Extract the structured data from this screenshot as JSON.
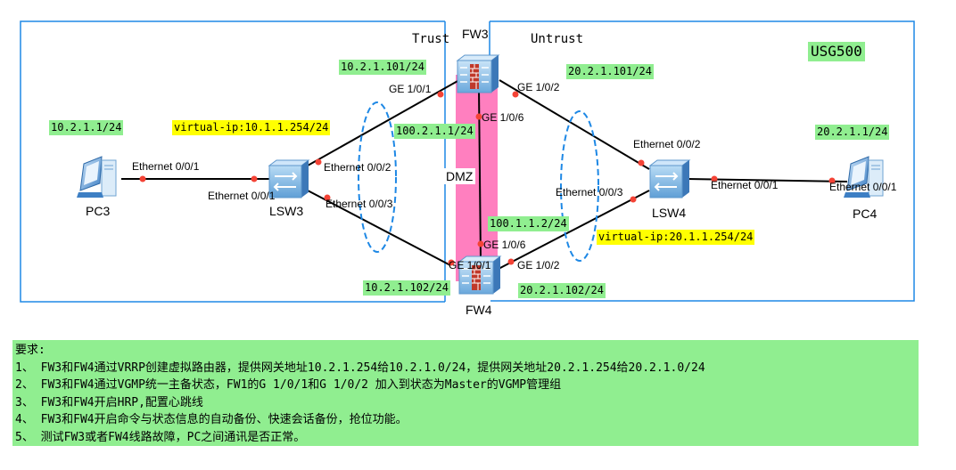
{
  "zones": {
    "trust": "Trust",
    "untrust": "Untrust",
    "dmz": "DMZ"
  },
  "colors": {
    "zone_border": "#1e88e5",
    "dmz_band": "#ff7fbf",
    "link": "#000000",
    "port_dot": "#f44336",
    "ellipse": "#1e88e5",
    "ip_tag": "#90ee90",
    "vip_tag": "#ffff00"
  },
  "devices": {
    "pc3": "PC3",
    "lsw3": "LSW3",
    "fw3": "FW3",
    "fw4": "FW4",
    "lsw4": "LSW4",
    "pc4": "PC4"
  },
  "ports": {
    "pc3_e001": "Ethernet 0/0/1",
    "lsw3_e001": "Ethernet 0/0/1",
    "lsw3_e002": "Ethernet 0/0/2",
    "lsw3_e003": "Ethernet 0/0/3",
    "fw3_ge101": "GE 1/0/1",
    "fw3_ge102": "GE 1/0/2",
    "fw3_ge106": "GE 1/0/6",
    "fw4_ge101": "GE 1/0/1",
    "fw4_ge102": "GE 1/0/2",
    "fw4_ge106": "GE 1/0/6",
    "lsw4_e002": "Ethernet 0/0/2",
    "lsw4_e003": "Ethernet 0/0/3",
    "lsw4_e001": "Ethernet 0/0/1",
    "pc4_e001": "Ethernet 0/0/1"
  },
  "addresses": {
    "pc3": "10.2.1.1/24",
    "vip_trust": "virtual-ip:10.1.1.254/24",
    "fw3_trust": "10.2.1.101/24",
    "fw3_dmz": "100.2.1.1/24",
    "fw3_untrust": "20.2.1.101/24",
    "fw4_trust": "10.2.1.102/24",
    "fw4_dmz": "100.1.1.2/24",
    "fw4_untrust": "20.2.1.102/24",
    "vip_untrust": "virtual-ip:20.1.1.254/24",
    "pc4": "20.2.1.1/24",
    "model": "USG500"
  },
  "requirements": {
    "title": "要求:",
    "items": [
      "1、 FW3和FW4通过VRRP创建虚拟路由器，提供网关地址10.2.1.254给10.2.1.0/24，提供网关地址20.2.1.254给20.2.1.0/24",
      "2、 FW3和FW4通过VGMP统一主备状态，FW1的G 1/0/1和G 1/0/2 加入到状态为Master的VGMP管理组",
      "3、 FW3和FW4开启HRP,配置心跳线",
      "4、 FW3和FW4开启命令与状态信息的自动备份、快速会话备份，抢位功能。",
      "5、 测试FW3或者FW4线路故障，PC之间通讯是否正常。"
    ]
  }
}
